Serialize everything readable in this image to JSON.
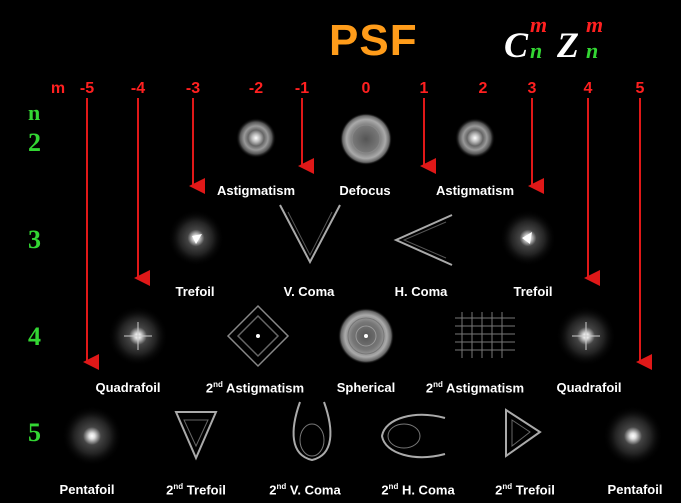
{
  "title": "PSF",
  "formula": {
    "c": "C",
    "z": "Z",
    "sup": "m",
    "sub": "n"
  },
  "axis": {
    "m_symbol": "m",
    "n_symbol": "n"
  },
  "m_values": [
    "-5",
    "-4",
    "-3",
    "-2",
    "-1",
    "0",
    "1",
    "2",
    "3",
    "4",
    "5"
  ],
  "rows": [
    {
      "n": "2",
      "labels": [
        {
          "id": "astigmatism-neg",
          "text": "Astigmatism"
        },
        {
          "id": "defocus",
          "text": "Defocus"
        },
        {
          "id": "astigmatism-pos",
          "text": "Astigmatism"
        }
      ]
    },
    {
      "n": "3",
      "labels": [
        {
          "id": "trefoil-neg",
          "text": "Trefoil"
        },
        {
          "id": "v-coma",
          "text": "V. Coma"
        },
        {
          "id": "h-coma",
          "text": "H. Coma"
        },
        {
          "id": "trefoil-pos",
          "text": "Trefoil"
        }
      ]
    },
    {
      "n": "4",
      "labels": [
        {
          "id": "quadrafoil-neg",
          "text": "Quadrafoil"
        },
        {
          "id": "second-astigmatism-neg",
          "sup": "nd",
          "pre": "2",
          "text": " Astigmatism"
        },
        {
          "id": "spherical",
          "text": "Spherical"
        },
        {
          "id": "second-astigmatism-pos",
          "sup": "nd",
          "pre": "2",
          "text": " Astigmatism"
        },
        {
          "id": "quadrafoil-pos",
          "text": "Quadrafoil"
        }
      ]
    },
    {
      "n": "5",
      "labels": [
        {
          "id": "pentafoil-neg",
          "text": "Pentafoil"
        },
        {
          "id": "second-trefoil-neg",
          "sup": "nd",
          "pre": "2",
          "text": " Trefoil"
        },
        {
          "id": "second-v-coma",
          "sup": "nd",
          "pre": "2",
          "text": " V. Coma"
        },
        {
          "id": "second-h-coma",
          "sup": "nd",
          "pre": "2",
          "text": " H. Coma"
        },
        {
          "id": "second-trefoil-pos",
          "sup": "nd",
          "pre": "2",
          "text": " Trefoil"
        },
        {
          "id": "pentafoil-pos",
          "text": "Pentafoil"
        }
      ]
    }
  ],
  "colors": {
    "title": "#ff9c1a",
    "m": "#ff2020",
    "n": "#33d633",
    "arrow": "#e01818",
    "text": "#ffffff",
    "bg": "#000000"
  }
}
